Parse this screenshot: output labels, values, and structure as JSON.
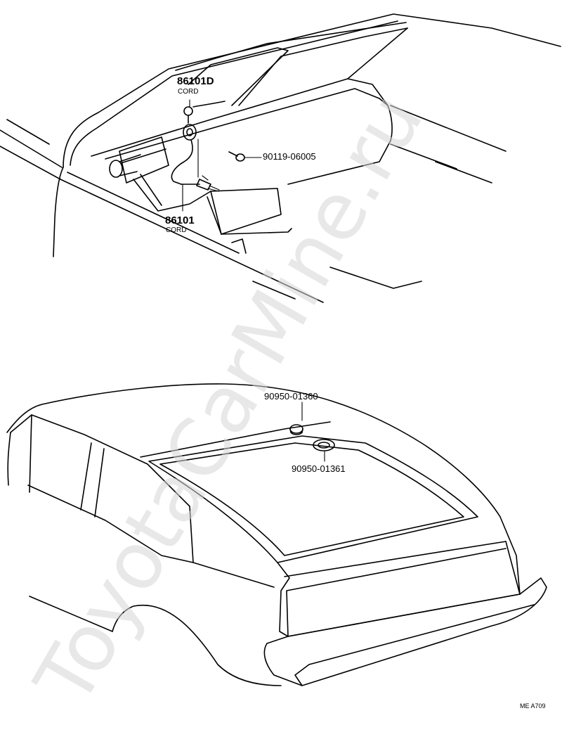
{
  "labels": {
    "cord_d_number": "86101D",
    "cord_d_name": "CORD",
    "bolt_number": "90119-06005",
    "cord_number": "86101",
    "cord_name": "CORD",
    "plug_number": "90950-01360",
    "grommet_number": "90950-01361"
  },
  "figure_code": "ME A709",
  "watermark": "ToyotaCarMine.ru"
}
